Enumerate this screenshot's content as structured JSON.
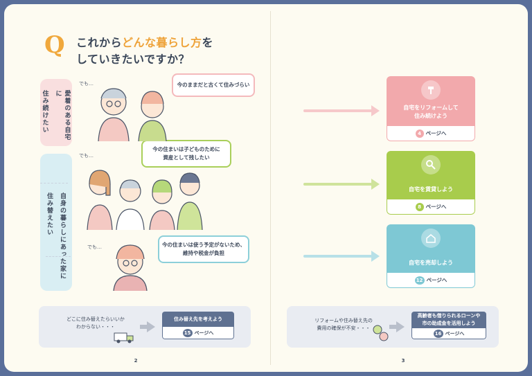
{
  "title": {
    "q": "Q",
    "line1_pre": "これから",
    "line1_accent": "どんな暮らし方",
    "line1_post": "を",
    "line2": "していきたいですか？"
  },
  "groups": {
    "stay": {
      "col1": "愛着のある自宅に",
      "col2": "住み続けたい"
    },
    "move": {
      "col1": "自身の暮らしにあった家に",
      "col2": "住み替えたい"
    }
  },
  "demo": "でも…",
  "bubbles": {
    "b1": "今のままだと古くて住みづらい",
    "b2_l1": "今の住まいは子どものために",
    "b2_l2": "資産として残したい",
    "b3_l1": "今の住まいは使う予定がないため、",
    "b3_l2": "維持や税金が負担"
  },
  "cards": [
    {
      "l1": "自宅をリフォームして",
      "l2": "住み続けよう",
      "page": "4",
      "suffix": "ページへ",
      "color": "#f2a9ac"
    },
    {
      "l1": "自宅を賃貸しよう",
      "l2": "",
      "page": "8",
      "suffix": "ページへ",
      "color": "#a8cc4c"
    },
    {
      "l1": "自宅を売却しよう",
      "l2": "",
      "page": "12",
      "suffix": "ページへ",
      "color": "#7ec8d4"
    }
  ],
  "bottom_left": {
    "note_l1": "どこに住み替えたらいいか",
    "note_l2": "わからない・・・",
    "box": "住み替え先を考えよう",
    "page": "15",
    "suffix": "ページへ"
  },
  "bottom_right": {
    "note_l1": "リフォームや住み替え先の",
    "note_l2": "費用の確保が不安・・・",
    "box_l1": "高齢者も借りられるローンや",
    "box_l2": "市の助成金を活用しよう",
    "page": "16",
    "suffix": "ページへ"
  },
  "page_numbers": {
    "left": "2",
    "right": "3"
  },
  "colors": {
    "accent": "#eea33a",
    "pink": "#f2a9ac",
    "green": "#a8cc4c",
    "blue": "#7ec8d4",
    "navy": "#5f7191"
  }
}
